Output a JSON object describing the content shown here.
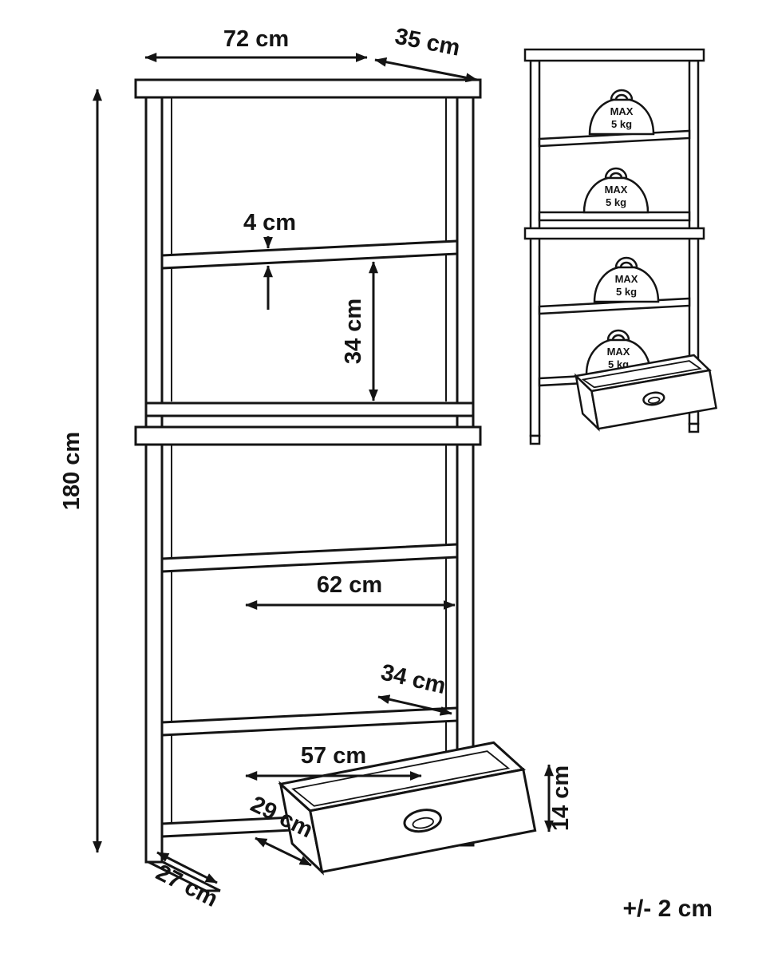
{
  "diagram": {
    "main": {
      "labels": {
        "width": "72 cm",
        "depth": "35 cm",
        "height": "180 cm",
        "shelf_thickness": "4 cm",
        "compartment_height": "34 cm",
        "inner_width": "62 cm",
        "shelf_depth": "34 cm",
        "drawer_width": "57 cm",
        "drawer_side": "29 cm",
        "base_depth": "27 cm",
        "drawer_height": "14 cm"
      }
    },
    "load": {
      "max_line1": "MAX",
      "max_line2": "5 kg"
    },
    "tolerance": "+/- 2 cm"
  }
}
